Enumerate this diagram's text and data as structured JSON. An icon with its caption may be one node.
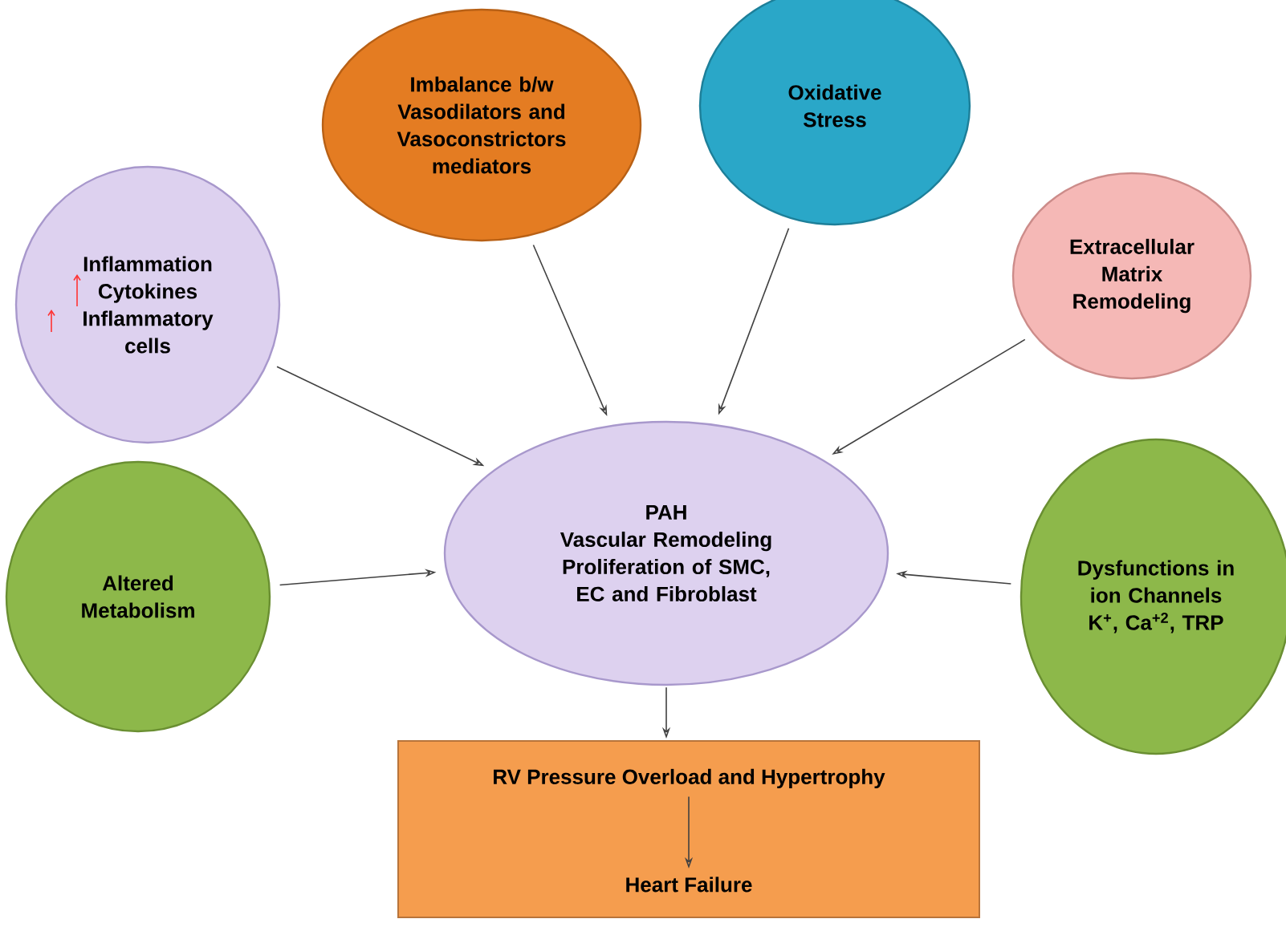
{
  "diagram": {
    "nodes": [
      {
        "text": [
          "Inflammation",
          "Cytokines",
          "Inflammatory cells"
        ]
      },
      {
        "text": [
          "Imbalance b/w Vasodilators and Vasoconstrictors mediators"
        ]
      },
      {
        "text": [
          "Oxidative Stress"
        ]
      },
      {
        "text": [
          "Extracellular Matrix Remodeling"
        ]
      },
      {
        "text": [
          "Altered Metabolism"
        ]
      },
      {
        "text": [
          "PAH",
          "Vascular Remodeling",
          "Proliferation of SMC, EC and Fibroblast"
        ]
      },
      {
        "text": [
          "Dysfunctions in ion Channels K$^{+}$, Ca$^{+2}$, TRP"
        ]
      },
      {
        "text": [],
        "shape": "box"
      },
      {
        "text": [
          "RV Pressure Overload and Hypertrophy"
        ],
        "in": 7
      },
      {
        "text": [
          "Heart Failure"
        ],
        "in": 7
      }
    ],
    "edges": [
      {
        "from": 0,
        "to": 5,
        "arrow": "to"
      },
      {
        "from": 1,
        "to": 5,
        "arrow": "to"
      },
      {
        "from": 2,
        "to": 5,
        "arrow": "to"
      },
      {
        "from": 3,
        "to": 5,
        "arrow": "to"
      },
      {
        "from": 4,
        "to": 5,
        "arrow": "to"
      },
      {
        "from": 6,
        "to": 5,
        "arrow": "to"
      },
      {
        "from": 5,
        "to": 7,
        "arrow": "to"
      },
      {
        "from": 8,
        "to": 9,
        "arrow": "to"
      }
    ]
  }
}
